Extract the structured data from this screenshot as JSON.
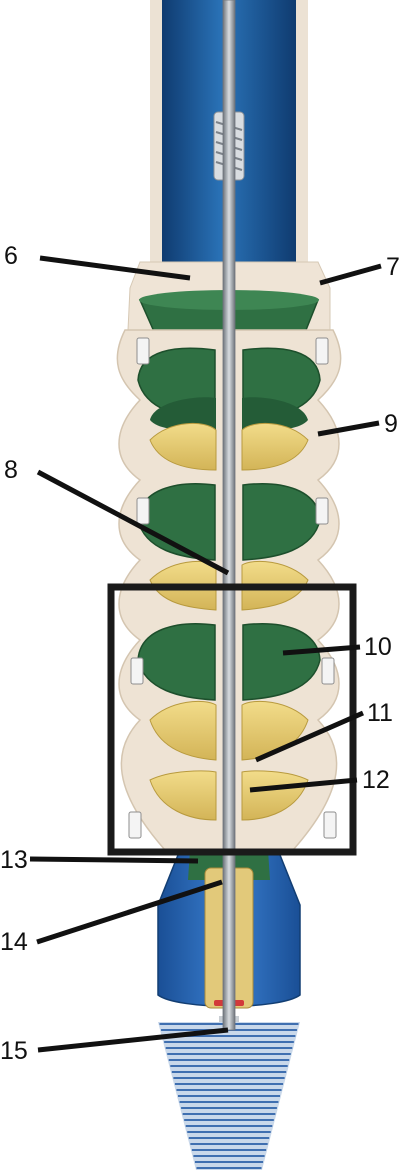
{
  "callouts": [
    {
      "id": "c6",
      "label": "6"
    },
    {
      "id": "c7",
      "label": "7"
    },
    {
      "id": "c8",
      "label": "8"
    },
    {
      "id": "c9",
      "label": "9"
    },
    {
      "id": "c10",
      "label": "10"
    },
    {
      "id": "c11",
      "label": "11"
    },
    {
      "id": "c12",
      "label": "12"
    },
    {
      "id": "c13",
      "label": "13"
    },
    {
      "id": "c14",
      "label": "14"
    },
    {
      "id": "c15",
      "label": "15"
    }
  ],
  "colors": {
    "pipe_blue": "#1f5f9f",
    "pipe_dark": "#123e73",
    "housing_beige": "#efe3d2",
    "diffuser_green": "#2f7043",
    "diffuser_dark": "#1d4f2c",
    "impeller_yellow": "#e8cf73",
    "impeller_dark": "#c9a84b",
    "shaft_grey": "#9aa0a7",
    "inlet_blue": "#1f5fb0",
    "screen_blue": "#9fb9d8",
    "frame_black": "#1a1a1a",
    "leader_black": "#111111"
  }
}
